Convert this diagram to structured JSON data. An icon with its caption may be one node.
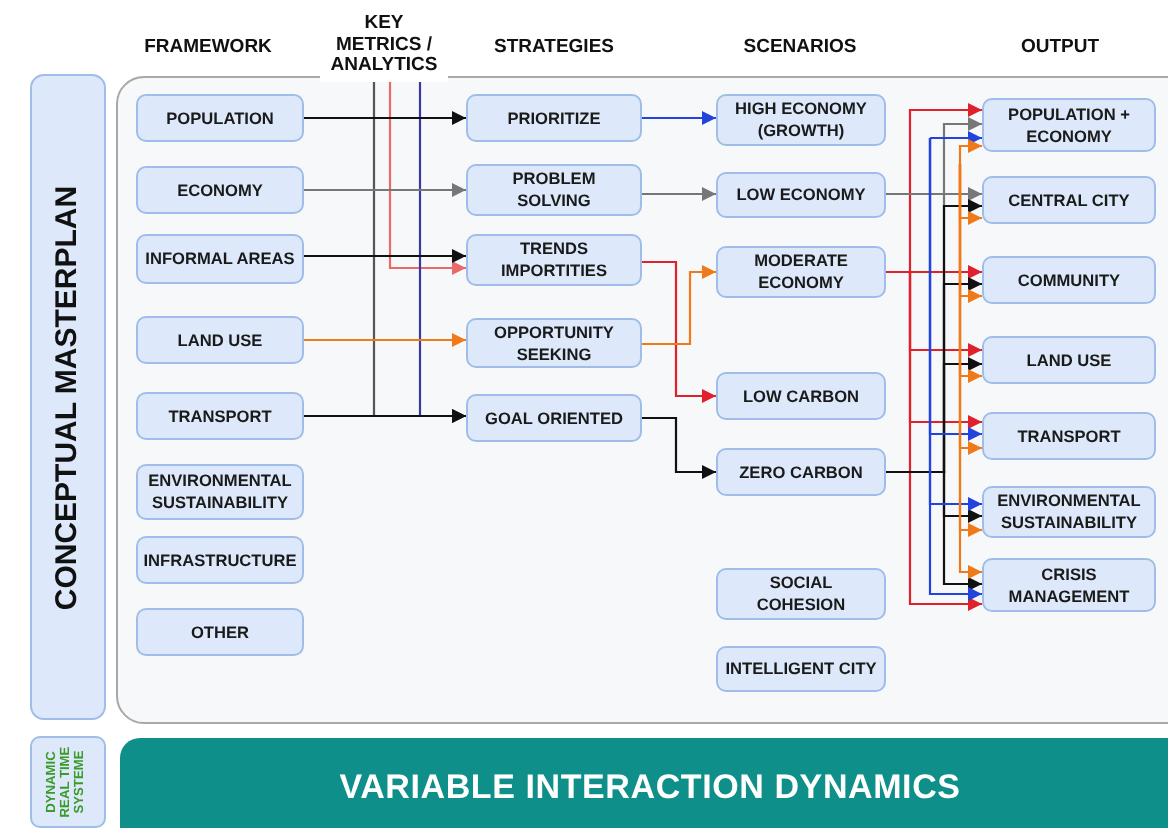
{
  "diagram": {
    "nodes": [
      {
        "text": [
          "CONCEPTUAL MASTERPLAN"
        ]
      },
      {
        "text": [
          "KEY METRICS / ANALYTICS"
        ]
      },
      {
        "text": [
          "POPULATION"
        ]
      },
      {
        "text": [
          "ECONOMY"
        ]
      },
      {
        "text": [
          "INFORMAL AREAS"
        ]
      },
      {
        "text": [
          "LAND USE"
        ]
      },
      {
        "text": [
          "TRANSPORT"
        ]
      },
      {
        "text": [
          "ENVIRONMENTAL SUSTAINABILITY"
        ]
      },
      {
        "text": [
          "INFRASTRUCTURE"
        ]
      },
      {
        "text": [
          "OTHER"
        ]
      },
      {
        "text": [
          "PRIORITIZE"
        ]
      },
      {
        "text": [
          "PROBLEM SOLVING"
        ]
      },
      {
        "text": [
          "TRENDS IMPORTITIES"
        ]
      },
      {
        "text": [
          "OPPORTUNITY SEEKING"
        ]
      },
      {
        "text": [
          "GOAL ORIENTED"
        ]
      },
      {
        "text": [
          "HIGH ECONOMY (GROWTH)"
        ]
      },
      {
        "text": [
          "LOW ECONOMY"
        ]
      },
      {
        "text": [
          "MODERATE ECONOMY"
        ]
      },
      {
        "text": [
          "LOW CARBON"
        ]
      },
      {
        "text": [
          "ZERO CARBON"
        ]
      },
      {
        "text": [
          "SOCIAL COHESION"
        ]
      },
      {
        "text": [
          "INTELLIGENT CITY"
        ]
      },
      {
        "text": [
          "POPULATION + ECONOMY"
        ]
      },
      {
        "text": [
          "CENTRAL CITY"
        ]
      },
      {
        "text": [
          "COMMUNITY"
        ]
      },
      {
        "text": [
          "LAND USE"
        ]
      },
      {
        "text": [
          "TRANSPORT"
        ]
      },
      {
        "text": [
          "ENVIRONMENTAL SUSTAINABILITY"
        ]
      },
      {
        "text": [
          "CRISIS MANAGEMENT"
        ]
      },
      {
        "text": [
          "DYNAMIC REAL TIME SYSTEME"
        ]
      },
      {
        "text": [
          "VARIABLE INTERACTION DYNAMICS"
        ]
      }
    ],
    "edges": [
      {
        "from": 1,
        "to": 12,
        "arrow": "to",
        "color": "#e86a6a"
      },
      {
        "from": 1,
        "to": 14,
        "arrow": "to",
        "color": "#555555"
      },
      {
        "from": 1,
        "to": 14,
        "arrow": "to",
        "color": "#3a3a9a"
      },
      {
        "from": 2,
        "to": 10,
        "arrow": "to"
      },
      {
        "from": 3,
        "to": 11,
        "arrow": "to",
        "color": "#777777"
      },
      {
        "from": 4,
        "to": 12,
        "arrow": "to"
      },
      {
        "from": 5,
        "to": 13,
        "arrow": "to",
        "color": "#f07a1a"
      },
      {
        "from": 6,
        "to": 14,
        "arrow": "to"
      },
      {
        "from": 10,
        "to": 15,
        "arrow": "to",
        "color": "#2244dd"
      },
      {
        "from": 11,
        "to": 16,
        "arrow": "to",
        "color": "#777777"
      },
      {
        "from": 12,
        "to": 18,
        "arrow": "to",
        "color": "#e0202a"
      },
      {
        "from": 13,
        "to": 17,
        "arrow": "to",
        "color": "#f07a1a"
      },
      {
        "from": 14,
        "to": 19,
        "arrow": "to"
      },
      {
        "from": 17,
        "to": 22,
        "arrow": "to",
        "color": "#e0202a"
      },
      {
        "from": 17,
        "to": 24,
        "arrow": "to",
        "color": "#e0202a"
      },
      {
        "from": 17,
        "to": 25,
        "arrow": "to",
        "color": "#e0202a"
      },
      {
        "from": 17,
        "to": 26,
        "arrow": "to",
        "color": "#e0202a"
      },
      {
        "from": 17,
        "to": 28,
        "arrow": "to",
        "color": "#e0202a"
      },
      {
        "from": 16,
        "to": 23,
        "arrow": "to",
        "color": "#777777"
      },
      {
        "from": 19,
        "to": 22,
        "arrow": "to",
        "color": "#777777"
      },
      {
        "from": 19,
        "to": 23,
        "arrow": "to"
      },
      {
        "from": 19,
        "to": 24,
        "arrow": "to"
      },
      {
        "from": 19,
        "to": 25,
        "arrow": "to"
      },
      {
        "from": 19,
        "to": 27,
        "arrow": "to"
      },
      {
        "from": 19,
        "to": 28,
        "arrow": "to"
      },
      {
        "from": null,
        "to": 22,
        "arrow": "to",
        "color": "#2244dd"
      },
      {
        "from": null,
        "to": 26,
        "arrow": "to",
        "color": "#2244dd"
      },
      {
        "from": null,
        "to": 27,
        "arrow": "to",
        "color": "#2244dd"
      },
      {
        "from": null,
        "to": 28,
        "arrow": "to",
        "color": "#2244dd"
      },
      {
        "from": null,
        "to": 22,
        "arrow": "to",
        "color": "#f07a1a"
      },
      {
        "from": null,
        "to": 23,
        "arrow": "to",
        "color": "#f07a1a"
      },
      {
        "from": null,
        "to": 24,
        "arrow": "to",
        "color": "#f07a1a"
      },
      {
        "from": null,
        "to": 25,
        "arrow": "to",
        "color": "#f07a1a"
      },
      {
        "from": null,
        "to": 26,
        "arrow": "to",
        "color": "#f07a1a"
      },
      {
        "from": null,
        "to": 27,
        "arrow": "to",
        "color": "#f07a1a"
      },
      {
        "from": null,
        "to": 28,
        "arrow": "to",
        "color": "#f07a1a"
      }
    ],
    "labels": [
      "FRAMEWORK",
      "STRATEGIES",
      "SCENARIOS",
      "OUTPUT"
    ]
  }
}
